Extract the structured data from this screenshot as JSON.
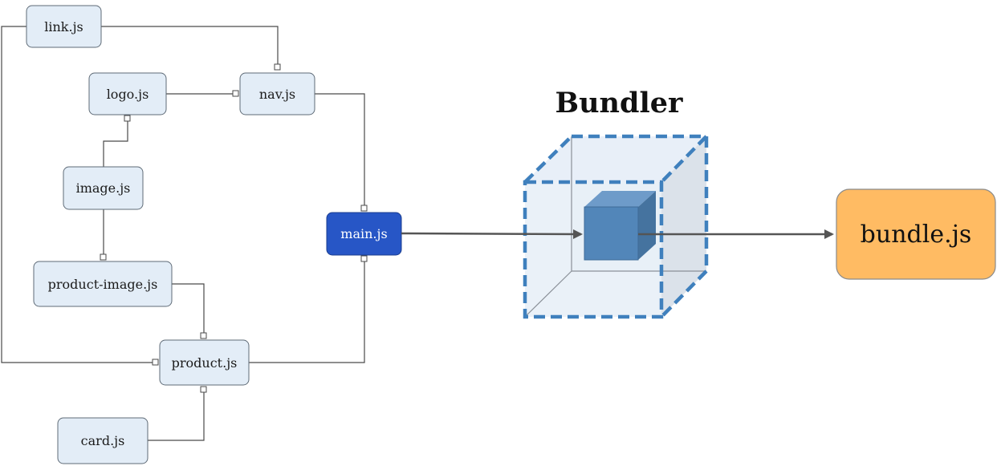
{
  "modules": {
    "link": "link.js",
    "nav": "nav.js",
    "logo": "logo.js",
    "image": "image.js",
    "main": "main.js",
    "product_image": "product-image.js",
    "product": "product.js",
    "card": "card.js"
  },
  "bundler": {
    "title": "Bundler"
  },
  "output": {
    "label": "bundle.js"
  },
  "colors": {
    "module_fill": "#e3edf7",
    "module_stroke": "#5f6b77",
    "entry_fill": "#2756c6",
    "entry_text": "#ffffff",
    "bundler_dash": "#3f80bd",
    "bundler_fill": "#e6eef7",
    "inner_cube": "#5286b9",
    "output_fill": "#ffbb63",
    "output_stroke": "#8a8a8a"
  }
}
